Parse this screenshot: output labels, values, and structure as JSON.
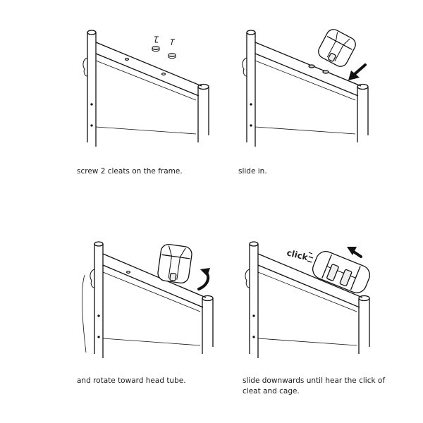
{
  "steps": [
    {
      "caption": "screw 2 cleats on the frame."
    },
    {
      "caption": "slide in."
    },
    {
      "caption": "and rotate toward head tube."
    },
    {
      "caption_line1": "slide downwards until hear the click of",
      "caption_line2": "cleat and cage."
    }
  ],
  "annotations": {
    "click": "click"
  },
  "icons": [
    "screw-icon",
    "bottle-cage-icon",
    "slide-arrow-icon",
    "rotate-arrow-icon",
    "click-arrow-icon"
  ]
}
